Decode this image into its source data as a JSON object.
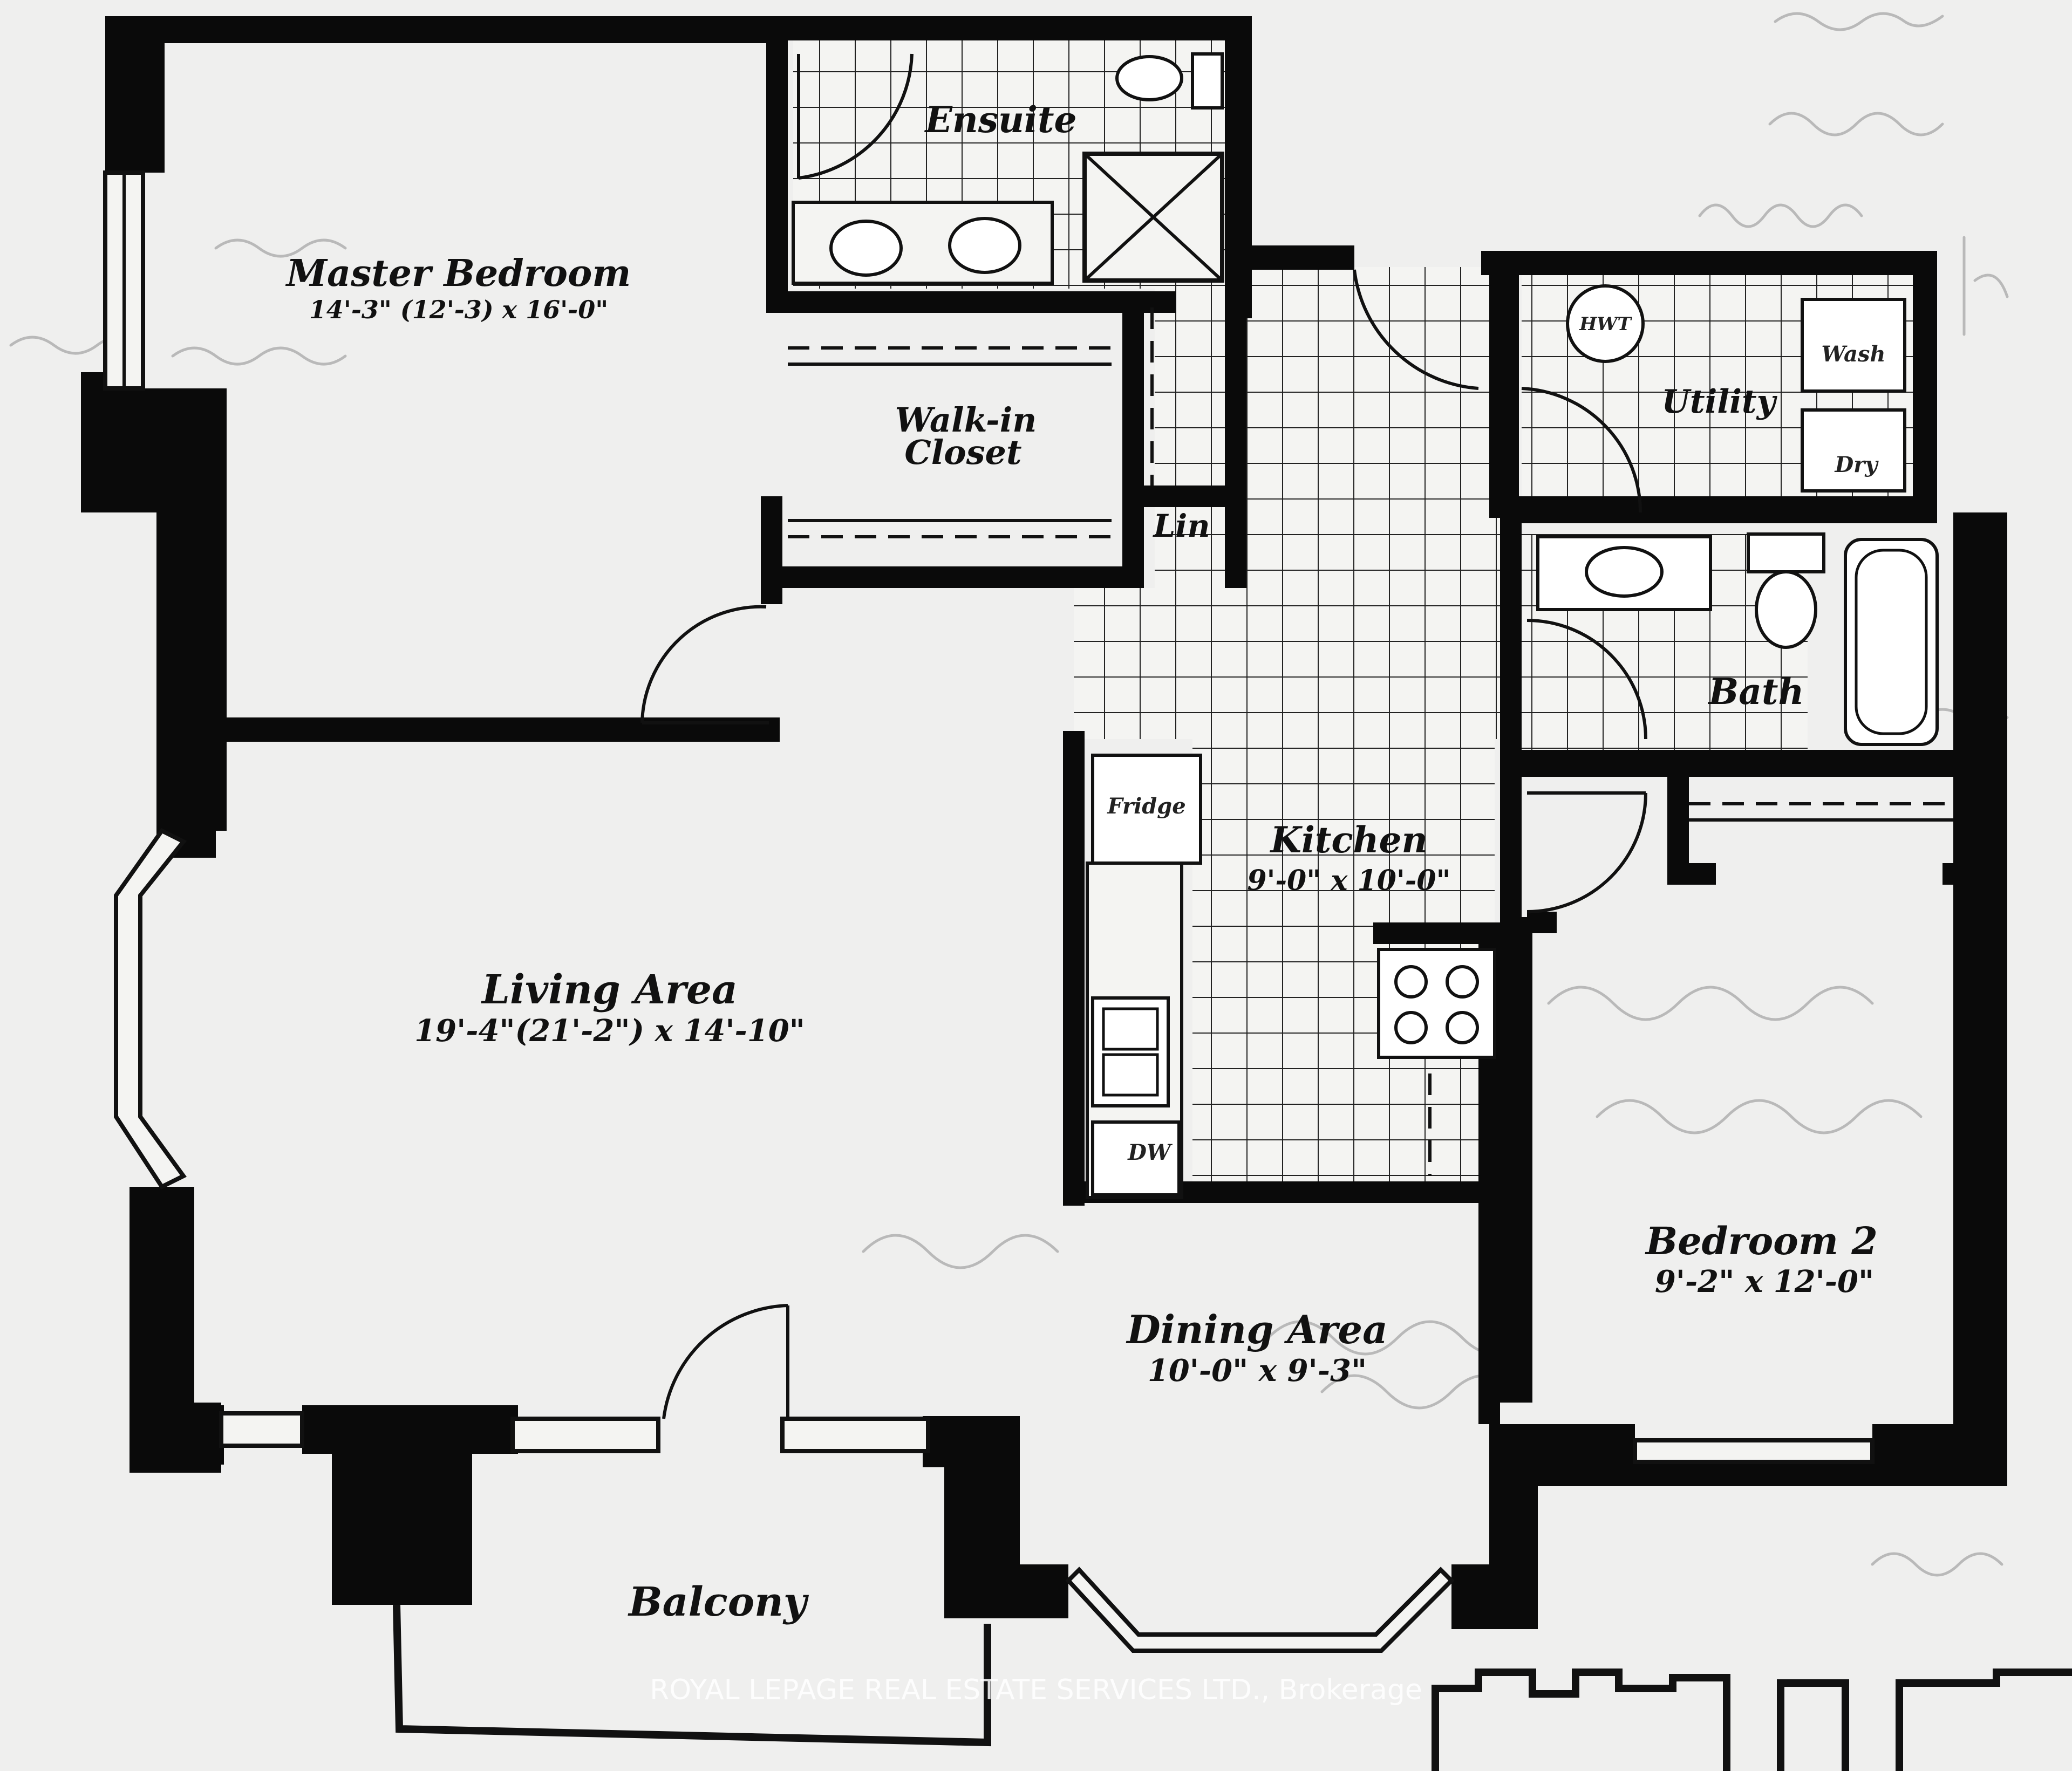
{
  "rooms": {
    "master_bedroom": {
      "name": "Master Bedroom",
      "dims": "14'-3\" (12'-3) x 16'-0\""
    },
    "ensuite": {
      "name": "Ensuite"
    },
    "walk_in_closet": {
      "name_line1": "Walk-in",
      "name_line2": "Closet"
    },
    "linen": {
      "name": "Lin"
    },
    "utility": {
      "name": "Utility"
    },
    "bath": {
      "name": "Bath"
    },
    "kitchen": {
      "name": "Kitchen",
      "dims": "9'-0\" x 10'-0\""
    },
    "living_area": {
      "name": "Living Area",
      "dims": "19'-4\"(21'-2\") x 14'-10\""
    },
    "dining_area": {
      "name": "Dining Area",
      "dims": "10'-0\" x 9'-3\""
    },
    "bedroom_2": {
      "name": "Bedroom 2",
      "dims": "9'-2\" x 12'-0\""
    },
    "balcony": {
      "name": "Balcony"
    }
  },
  "fixtures": {
    "hwt": "HWT",
    "wash": "Wash",
    "dry": "Dry",
    "fridge": "Fridge",
    "dw": "DW"
  },
  "watermark": "ROYAL LEPAGE REAL ESTATE SERVICES LTD., Brokerage"
}
